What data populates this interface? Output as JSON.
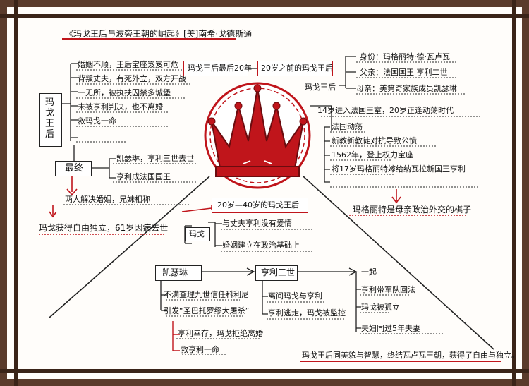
{
  "title": "《玛戈王后与波旁王朝的崛起》[美]南希·戈德斯通",
  "left": {
    "root": "玛戈王后",
    "branches": [
      "婚姻不顺，王后宝座岌岌可危",
      "背叛丈夫，有死外立，双方开战",
      "一无所，被执扶囚禁多城堡",
      "未被亨利判决，也不离婚",
      "救玛戈一命"
    ],
    "final_label": "最终",
    "final_items": [
      "凯瑟琳，亨利三世去世",
      "亨利成法国国王"
    ],
    "outcome1": "两人解决婚姻，兄妹相称",
    "outcome2": "玛戈获得自由独立，61岁因病去世"
  },
  "top": {
    "age_box": "玛戈王后最后20年",
    "before_box": "20岁之前的玛戈王后",
    "queen_label": "玛戈王后",
    "identity": "身份：玛格丽特·德·瓦卢瓦",
    "father": "父亲：法国国王 亨利二世",
    "mother": "母亲：美第奇家族成员凯瑟琳",
    "era": "14岁进入法国王室，20岁正逢动荡时代",
    "items": [
      "法国动荡",
      "新教新教徒对抗导致公愤",
      "1562年，登上权力宝座",
      "将17岁玛格丽特嫁给纳瓦拉新国王亨利"
    ],
    "conclusion": "玛格丽特是母亲政治外交的棋子"
  },
  "middle": {
    "box": "20岁—40岁的玛戈王后",
    "root": "玛戈",
    "items": [
      "与丈夫亨利没有爱情",
      "婚姻建立在政治基础上"
    ]
  },
  "bottom": {
    "catherine": "凯瑟琳",
    "catherine_items": [
      "不满查理九世信任科利尼",
      "引发“圣巴托罗缪大屠杀”"
    ],
    "henry3": "亨利三世",
    "henry3_items": [
      "离间玛戈与亨利",
      "亨利逃走，玛戈被监控"
    ],
    "outcomes": [
      "一起",
      "亨利带军队回法",
      "玛戈被孤立",
      "夫妇同过5年夫妻"
    ],
    "henry_died": "亨利幸存，玛戈拒绝离婚",
    "save": "救亨利一命"
  },
  "footer": "玛戈王后同美貌与智慧，终结瓦卢瓦王朝，获得了自由与独立。",
  "colors": {
    "accent": "#c0151b",
    "frame": "#5a3b2b",
    "crown": "#c0151b"
  }
}
